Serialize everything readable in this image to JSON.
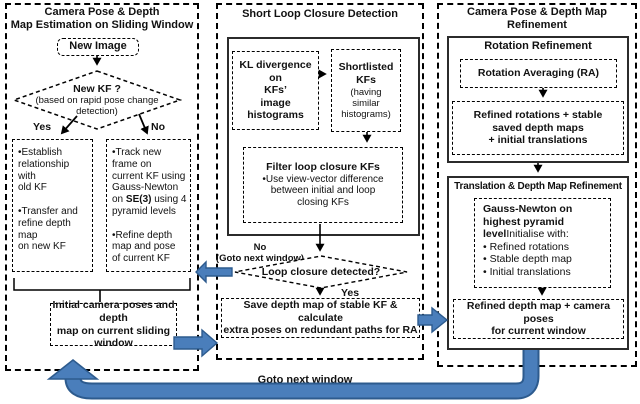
{
  "left": {
    "title": "Camera Pose & Depth\nMap Estimation on Sliding Window",
    "new_image_label": "New Image",
    "diamond_main": "New KF ?",
    "diamond_sub": "(based on rapid pose change\ndetection)",
    "yes_label": "Yes",
    "no_label": "No",
    "establish_box": "•Establish\nrelationship with\nold KF\n\n•Transfer and\nrefine depth map\non new KF",
    "track_box_pre": "•Track new\nframe on\ncurrent KF using\nGauss-Newton\non ",
    "track_box_bold": "SE(3)",
    "track_box_post": " using 4\npyramid levels\n\n•Refine depth\nmap and pose\nof current KF",
    "initial_box": "Initial camera poses and depth\nmap on current sliding window"
  },
  "middle": {
    "title": "Short Loop Closure Detection",
    "kl_box": "KL divergence on\nKFs’\nimage\nhistograms",
    "shortlisted_main": "Shortlisted\nKFs",
    "shortlisted_sub": "(having\nsimilar\nhistograms)",
    "filter_heading": "Filter loop closure KFs",
    "filter_body": "•Use view-vector difference\nbetween initial and loop\nclosing KFs",
    "no_label": "No\n(Goto next window)",
    "diamond": "Loop closure detected?",
    "yes_label": "Yes",
    "save_box": "Save depth map of stable KF & calculate\nextra poses on redundant paths for RA"
  },
  "right": {
    "title": "Camera Pose & Depth Map\nRefinement",
    "rotation_heading": "Rotation Refinement",
    "ra_box": "Rotation Averaging (RA)",
    "refined_rotations_box": "Refined rotations + stable\nsaved depth maps\n+ initial translations",
    "translation_heading": "Translation & Depth Map Refinement",
    "gauss_heading": "Gauss-Newton on\nhighest pyramid level",
    "gauss_body": "Initialise with:\n• Refined rotations\n• Stable depth map\n• Initial translations",
    "refined_depth_box": "Refined depth map + camera poses\nfor current window"
  },
  "footer": {
    "goto_label": "Goto next window"
  },
  "colors": {
    "arrow_blue": "#4a7ebb",
    "arrow_blue_dark": "#2d5b8e"
  }
}
